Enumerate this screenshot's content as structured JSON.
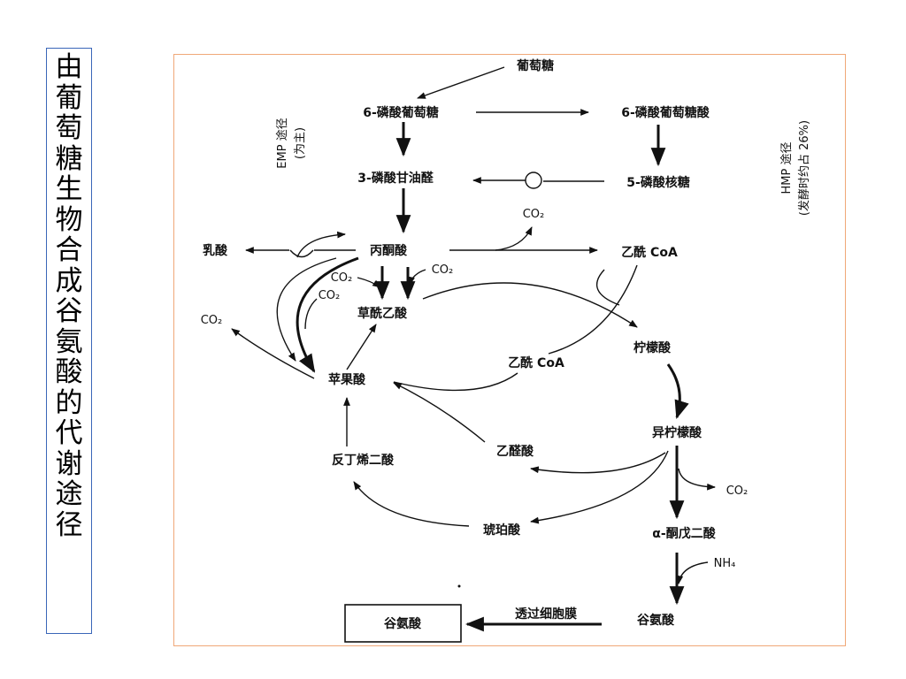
{
  "side_title": "由葡萄糖生物合成谷氨酸的代谢途径",
  "nodes": {
    "glucose": "葡萄糖",
    "g6p": "6-磷酸葡萄糖",
    "gluconate6p": "6-磷酸葡萄糖酸",
    "g3p": "3-磷酸甘油醛",
    "ribose5p": "5-磷酸核糖",
    "lactate": "乳酸",
    "pyruvate": "丙酮酸",
    "acetylcoa_top": "乙酰 CoA",
    "oxaloacetate": "草酰乙酸",
    "citrate": "柠檬酸",
    "malate": "苹果酸",
    "acetylcoa_mid": "乙酰 CoA",
    "isocitrate": "异柠檬酸",
    "glyoxylate": "乙醛酸",
    "fumarate": "反丁烯二酸",
    "succinate": "琥珀酸",
    "akg": "α-酮戊二酸",
    "glutamate": "谷氨酸",
    "glutamate_box": "谷氨酸",
    "membrane": "透过细胞膜"
  },
  "cofactors": {
    "co2_pyr": "CO₂",
    "co2_a": "CO₂",
    "co2_b": "CO₂",
    "co2_c": "CO₂",
    "co2_left": "CO₂",
    "co2_iso": "CO₂",
    "nh4": "NH₄"
  },
  "pathways": {
    "emp": "EMP 途径",
    "emp_note": "(为主)",
    "hmp": "HMP 途径",
    "hmp_note": "(发酵时约占 26%)"
  }
}
